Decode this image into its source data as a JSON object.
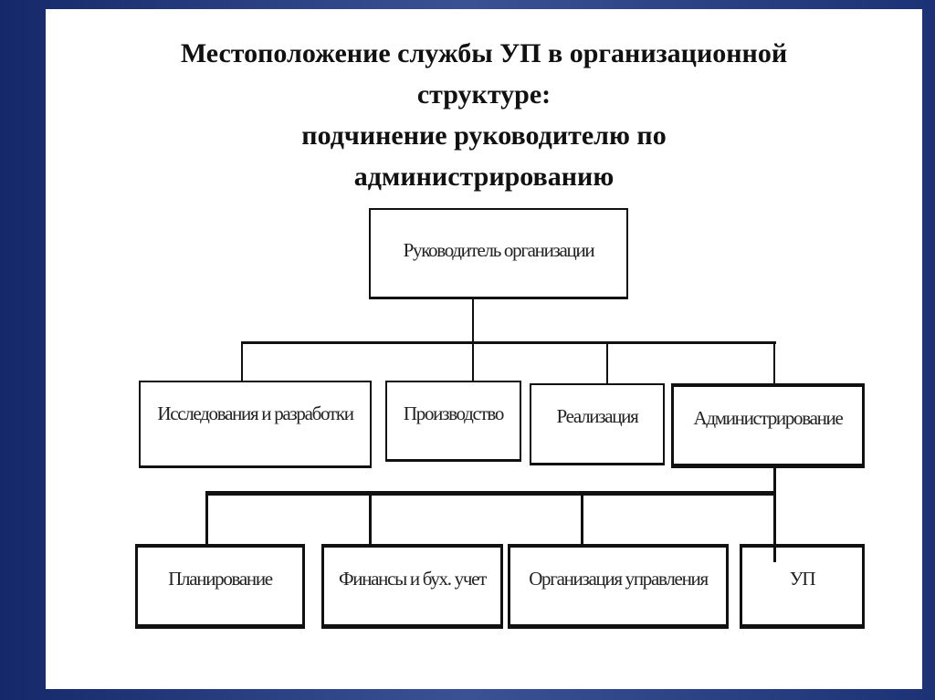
{
  "title": {
    "lines": [
      "Местоположение службы УП в организационной",
      "структуре:",
      "подчинение руководителю по",
      "администрированию"
    ]
  },
  "chart": {
    "root": "Руководитель организации",
    "level2": [
      "Исследования и разработки",
      "Производство",
      "Реализация",
      "Администрирование"
    ],
    "level3": [
      "Планирование",
      "Финансы и бух. учет",
      "Организация управления",
      "УП"
    ]
  }
}
